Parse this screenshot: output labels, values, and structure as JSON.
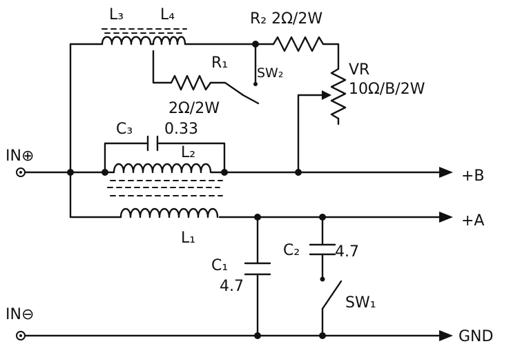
{
  "labels": {
    "in_plus": "IN⊕",
    "in_minus": "IN⊖",
    "L1": "L₁",
    "L2": "L₂",
    "L3": "L₃",
    "L4": "L₄",
    "R1": "R₁",
    "R1_value": "2Ω/2W",
    "R2": "R₂ 2Ω/2W",
    "SW1": "SW₁",
    "SW2": "SW₂",
    "VR": "VR",
    "VR_value": "10Ω/B/2W",
    "C1": "C₁",
    "C1_value": "4.7",
    "C2": "C₂",
    "C2_value": "4.7",
    "C3": "C₃",
    "C3_value": "0.33",
    "out_B": "+B",
    "out_A": "+A",
    "out_GND": "GND"
  }
}
